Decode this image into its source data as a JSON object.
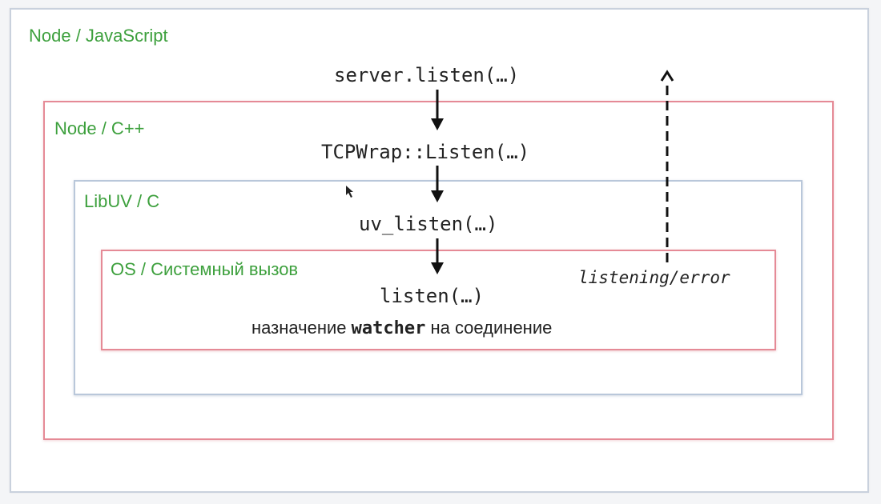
{
  "layers": {
    "js": {
      "label": "Node / JavaScript"
    },
    "cpp": {
      "label": "Node / C++"
    },
    "uv": {
      "label": "LibUV / C"
    },
    "os": {
      "label": "OS / Системный вызов"
    }
  },
  "calls": {
    "js": "server.listen(…)",
    "cpp": "TCPWrap::Listen(…)",
    "uv": "uv_listen(…)",
    "os": "listen(…)"
  },
  "os_note": {
    "prefix": "назначение ",
    "keyword": "watcher",
    "suffix": " на соединение"
  },
  "callback_label": "listening/error",
  "colors": {
    "layer_label": "#3da03d",
    "red_border": "#e58a96",
    "blue_border": "#b9c7da",
    "outer_border": "#c9d1dd"
  },
  "icons": {
    "down_arrows": "solid-down-arrow",
    "up_arrow": "dashed-up-arrow",
    "cursor": "mouse-pointer"
  }
}
